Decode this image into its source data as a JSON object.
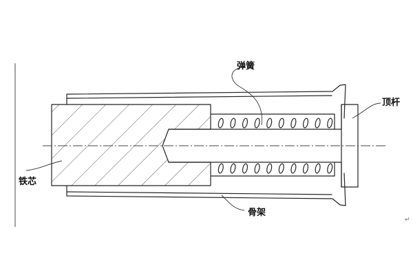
{
  "labels": {
    "spring": "弹簧",
    "push_rod": "顶杆",
    "iron_core": "铁芯",
    "bobbin": "骨架"
  },
  "colors": {
    "line": "#222222",
    "background": "#ffffff"
  }
}
